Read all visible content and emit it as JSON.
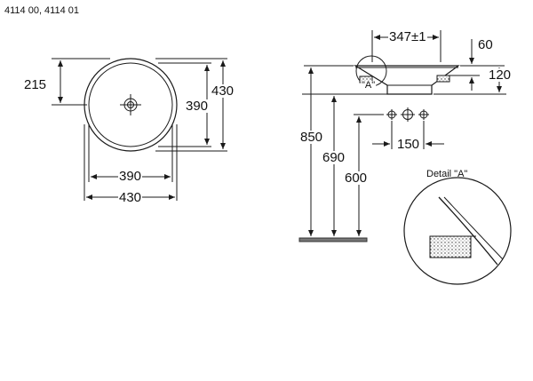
{
  "header": {
    "model_codes": "4114 00, 4114 01"
  },
  "top_view": {
    "dim_215": "215",
    "dim_430_vertical": "430",
    "dim_390_vertical": "390",
    "dim_390_horizontal": "390",
    "dim_430_horizontal": "430"
  },
  "side_view": {
    "dim_347": "347±1",
    "dim_60": "60",
    "dim_120": "120",
    "detail_marker": "\"A\"",
    "dim_850": "850",
    "dim_690": "690",
    "dim_600": "600",
    "dim_150": "150"
  },
  "detail": {
    "title": "Detail \"A\""
  },
  "colors": {
    "line": "#1a1a1a",
    "background": "#ffffff"
  }
}
